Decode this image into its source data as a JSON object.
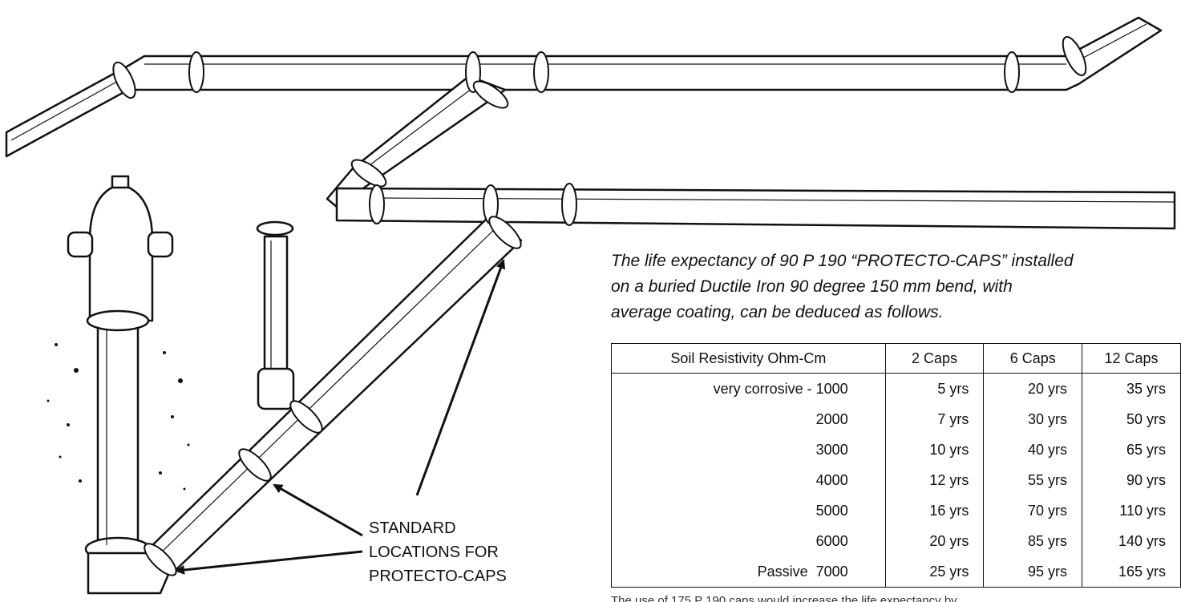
{
  "caption_lines": [
    "The life expectancy of 90 P 190 “PROTECTO-CAPS” installed",
    "on a buried Ductile Iron 90 degree 150 mm bend, with",
    "average coating, can be deduced as follows."
  ],
  "table": {
    "headers": [
      "Soil Resistivity Ohm-Cm",
      "2 Caps",
      "6 Caps",
      "12 Caps"
    ],
    "rows": [
      [
        "very corrosive - 1000",
        "5 yrs",
        "20 yrs",
        "35 yrs"
      ],
      [
        "2000",
        "7 yrs",
        "30 yrs",
        "50 yrs"
      ],
      [
        "3000",
        "10 yrs",
        "40 yrs",
        "65 yrs"
      ],
      [
        "4000",
        "12 yrs",
        "55 yrs",
        "90 yrs"
      ],
      [
        "5000",
        "16 yrs",
        "70 yrs",
        "110 yrs"
      ],
      [
        "6000",
        "20 yrs",
        "85 yrs",
        "140 yrs"
      ],
      [
        "Passive  7000",
        "25 yrs",
        "95 yrs",
        "165 yrs"
      ]
    ]
  },
  "callout_lines": [
    "STANDARD",
    "LOCATIONS FOR",
    "PROTECTO-CAPS"
  ],
  "footnote": "The use of 175 P 190 caps would increase the life expectancy by"
}
